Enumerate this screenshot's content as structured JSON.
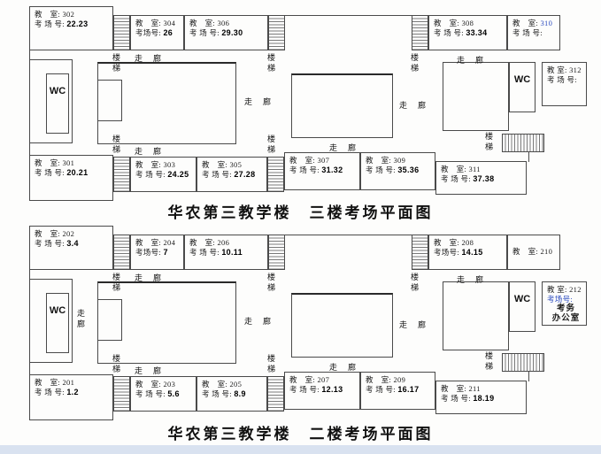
{
  "common": {
    "wc": "WC",
    "corridor": "走廊",
    "stairs": "楼梯"
  },
  "floor3": {
    "title": "华农第三教学楼　三楼考场平面图",
    "rooms": {
      "r302": {
        "room": "教　室: 302",
        "seat_label": "考 场 号:",
        "seat_num": "22.23"
      },
      "r304": {
        "room": "教　室: 304",
        "seat_label": "考场号:",
        "seat_num": "26"
      },
      "r306": {
        "room": "教　室: 306",
        "seat_label": "考 场 号:",
        "seat_num": "29.30"
      },
      "r308": {
        "room": "教　室: 308",
        "seat_label": "考 场 号:",
        "seat_num": "33.34"
      },
      "r310": {
        "room": "教　室:",
        "room_num": "310",
        "seat_label": "考 场 号:",
        "seat_num": ""
      },
      "r312": {
        "room": "教 室: 312",
        "seat_label": "考 场 号:",
        "seat_num": ""
      },
      "r301": {
        "room": "教　室: 301",
        "seat_label": "考 场 号:",
        "seat_num": "20.21"
      },
      "r303": {
        "room": "教　室: 303",
        "seat_label": "考 场 号:",
        "seat_num": "24.25"
      },
      "r305": {
        "room": "教　室: 305",
        "seat_label": "考 场 号:",
        "seat_num": "27.28"
      },
      "r307": {
        "room": "教　室: 307",
        "seat_label": "考 场 号:",
        "seat_num": "31.32"
      },
      "r309": {
        "room": "教　室: 309",
        "seat_label": "考 场 号:",
        "seat_num": "35.36"
      },
      "r311": {
        "room": "教　室: 311",
        "seat_label": "考 场 号:",
        "seat_num": "37.38"
      }
    }
  },
  "floor2": {
    "title": "华农第三教学楼　二楼考场平面图",
    "rooms": {
      "r202": {
        "room": "教　室: 202",
        "seat_label": "考 场 号:",
        "seat_num": "3.4"
      },
      "r204": {
        "room": "教　室: 204",
        "seat_label": "考场号:",
        "seat_num": "7"
      },
      "r206": {
        "room": "教　室: 206",
        "seat_label": "考 场 号:",
        "seat_num": "10.11"
      },
      "r208": {
        "room": "教　室: 208",
        "seat_label": "考场号:",
        "seat_num": "14.15"
      },
      "r210": {
        "room": "教　室: 210"
      },
      "r212": {
        "room": "教 室: 212",
        "seat_label": "考场号:",
        "office1": "考务",
        "office2": "办公室"
      },
      "r201": {
        "room": "教　室: 201",
        "seat_label": "考 场 号:",
        "seat_num": "1.2"
      },
      "r203": {
        "room": "教　室: 203",
        "seat_label": "考 场 号:",
        "seat_num": "5.6"
      },
      "r205": {
        "room": "教　室: 205",
        "seat_label": "考 场 号:",
        "seat_num": "8.9"
      },
      "r207": {
        "room": "教　室: 207",
        "seat_label": "考 场 号:",
        "seat_num": "12.13"
      },
      "r209": {
        "room": "教　室: 209",
        "seat_label": "考 场 号:",
        "seat_num": "16.17"
      },
      "r211": {
        "room": "教　室: 211",
        "seat_label": "考 场 号:",
        "seat_num": "18.19"
      }
    }
  }
}
